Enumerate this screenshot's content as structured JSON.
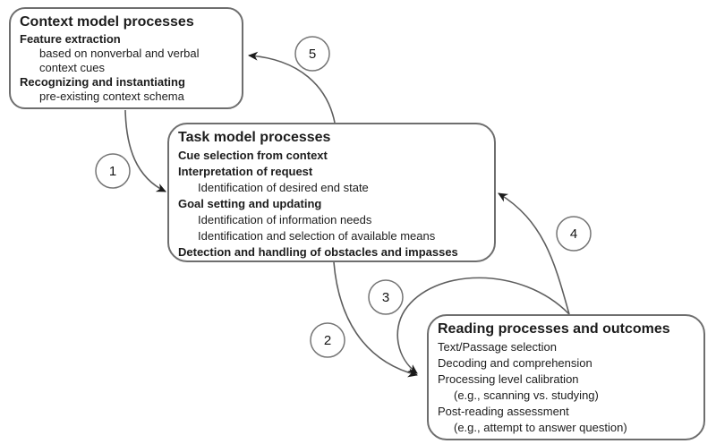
{
  "diagram": {
    "background": "#ffffff",
    "colors": {
      "box_border": "#6e6e6e",
      "text": "#1c1c1c",
      "arrow_line": "#5e5e5e",
      "arrowhead": "#1b1b1b",
      "badge_border": "#757575"
    },
    "boxes": [
      {
        "id": "context-model",
        "title": "Context model processes",
        "items": [
          {
            "text": "Feature extraction",
            "style": "bold"
          },
          {
            "text": "based on nonverbal and verbal",
            "style": "indent"
          },
          {
            "text": "context cues",
            "style": "indent"
          },
          {
            "text": "Recognizing and instantiating",
            "style": "bold"
          },
          {
            "text": "pre-existing context schema",
            "style": "indent"
          }
        ]
      },
      {
        "id": "task-model",
        "title": "Task model processes",
        "items": [
          {
            "text": "Cue selection from context",
            "style": "bold"
          },
          {
            "text": "Interpretation of request",
            "style": "bold"
          },
          {
            "text": "Identification of desired end state",
            "style": "indent"
          },
          {
            "text": "Goal setting and updating",
            "style": "bold"
          },
          {
            "text": "Identification of information needs",
            "style": "indent"
          },
          {
            "text": "Identification and selection of available means",
            "style": "indent"
          },
          {
            "text": "Detection and handling of obstacles and impasses",
            "style": "bold"
          }
        ]
      },
      {
        "id": "reading-processes",
        "title": "Reading processes and outcomes",
        "items": [
          {
            "text": "Text/Passage selection",
            "style": "plain"
          },
          {
            "text": "Decoding and comprehension",
            "style": "plain"
          },
          {
            "text": "Processing level calibration",
            "style": "plain"
          },
          {
            "text": "(e.g., scanning vs. studying)",
            "style": "indent"
          },
          {
            "text": "Post-reading assessment",
            "style": "plain"
          },
          {
            "text": "(e.g., attempt to answer question)",
            "style": "indent"
          }
        ]
      }
    ],
    "arrows": [
      {
        "label": "1",
        "from": "context-model",
        "to": "task-model"
      },
      {
        "label": "2",
        "from": "task-model",
        "to": "reading-processes"
      },
      {
        "label": "3",
        "from": "reading-processes",
        "to": "reading-processes"
      },
      {
        "label": "4",
        "from": "reading-processes",
        "to": "task-model"
      },
      {
        "label": "5",
        "from": "task-model",
        "to": "context-model"
      }
    ]
  }
}
